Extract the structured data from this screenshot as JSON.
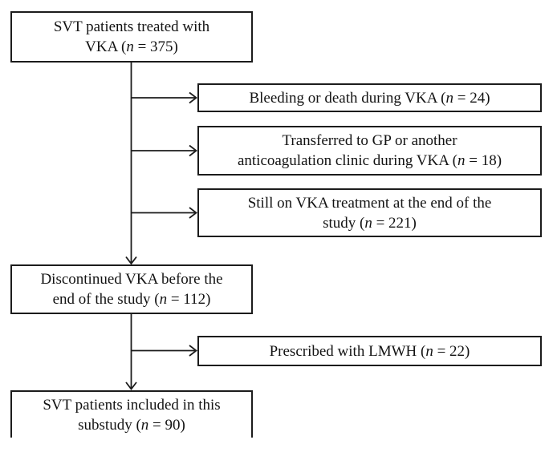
{
  "figure": {
    "type": "flowchart",
    "background": "#ffffff",
    "line_color": "#1c1c1c",
    "text_color": "#131313"
  },
  "boxes": {
    "svt_treated": {
      "lines": [
        "SVT patients treated with",
        "VKA (n = 375)"
      ],
      "n": 375
    },
    "bleeding_death": {
      "lines": [
        "Bleeding or death during VKA (n = 24)"
      ],
      "n": 24
    },
    "transferred_gp": {
      "lines": [
        "Transferred to GP or another",
        "anticoagulation clinic during VKA (n = 18)"
      ],
      "n": 18
    },
    "still_on_vka": {
      "lines": [
        "Still on VKA treatment at the end of the",
        "study (n = 221)"
      ],
      "n": 221
    },
    "discontinued": {
      "lines": [
        "Discontinued VKA before the",
        "end of the study (n = 112)"
      ],
      "n": 112
    },
    "lmwh": {
      "lines": [
        "Prescribed with LMWH (n = 22)"
      ],
      "n": 22
    },
    "substudy": {
      "lines": [
        "SVT patients included in this",
        "substudy (n = 90)"
      ],
      "n": 90
    }
  },
  "edges": [
    {
      "from": "svt_treated",
      "to": "bleeding_death"
    },
    {
      "from": "svt_treated",
      "to": "transferred_gp"
    },
    {
      "from": "svt_treated",
      "to": "still_on_vka"
    },
    {
      "from": "svt_treated",
      "to": "discontinued"
    },
    {
      "from": "discontinued",
      "to": "lmwh"
    },
    {
      "from": "discontinued",
      "to": "substudy"
    }
  ]
}
